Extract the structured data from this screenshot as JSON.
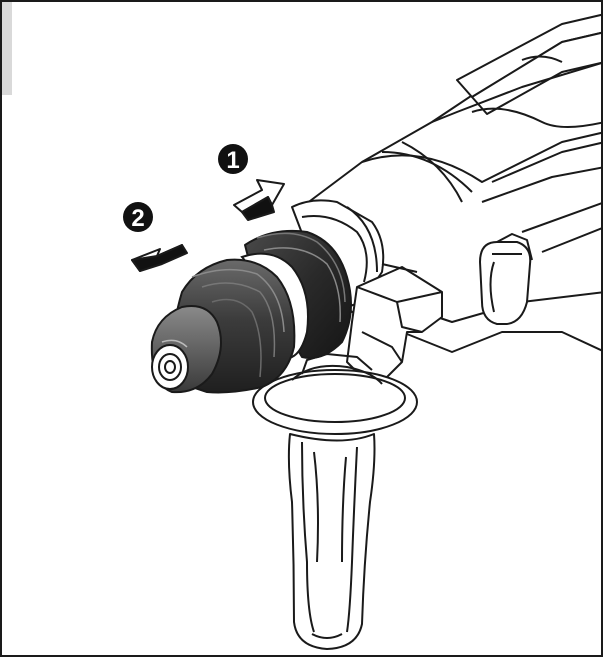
{
  "steps": [
    {
      "number": "1",
      "icon": "push-arrow-icon",
      "action": "push"
    },
    {
      "number": "2",
      "icon": "pull-arrow-icon",
      "action": "pull"
    }
  ],
  "colors": {
    "line": "#1a1a1a",
    "chuck_dark": "#3a3a3a",
    "chuck_mid": "#555555",
    "chuck_light": "#8a8a8a",
    "tab": "#d9d9d9",
    "background": "#ffffff"
  }
}
